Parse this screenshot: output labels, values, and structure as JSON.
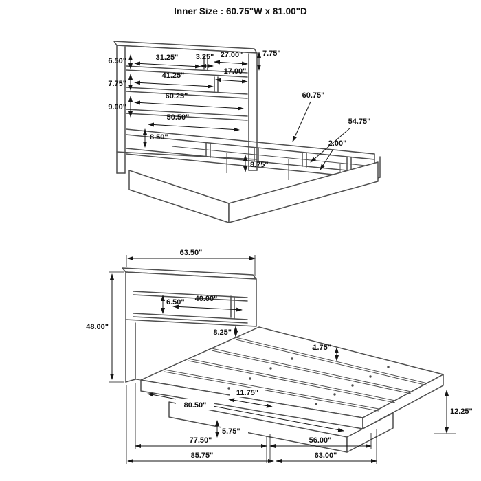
{
  "title": "Inner Size : 60.75\"W x 81.00\"D",
  "upper": {
    "dims": {
      "t775": "7.75\"",
      "s650": "6.50\"",
      "s3125": "31.25\"",
      "s325": "3.25\"",
      "s2700": "27.00\"",
      "s4125": "41.25\"",
      "s1700": "17.00\"",
      "l775": "7.75\"",
      "l900": "9.00\"",
      "w6025": "60.25\"",
      "w5050": "50.50\"",
      "h850": "8.50\"",
      "c6075": "60.75\"",
      "c5475": "54.75\"",
      "c200": "2.00\"",
      "r875": "8.75\""
    }
  },
  "lower": {
    "dims": {
      "w6350": "63.50\"",
      "h4800": "48.00\"",
      "s650": "6.50\"",
      "s4000": "40.00\"",
      "h825": "8.25\"",
      "t175": "1.75\"",
      "d8050": "80.50\"",
      "s1175": "11.75\"",
      "h1225": "12.25\"",
      "b575": "5.75\"",
      "b7750": "77.50\"",
      "b5600": "56.00\"",
      "b8575": "85.75\"",
      "b6300": "63.00\""
    }
  }
}
